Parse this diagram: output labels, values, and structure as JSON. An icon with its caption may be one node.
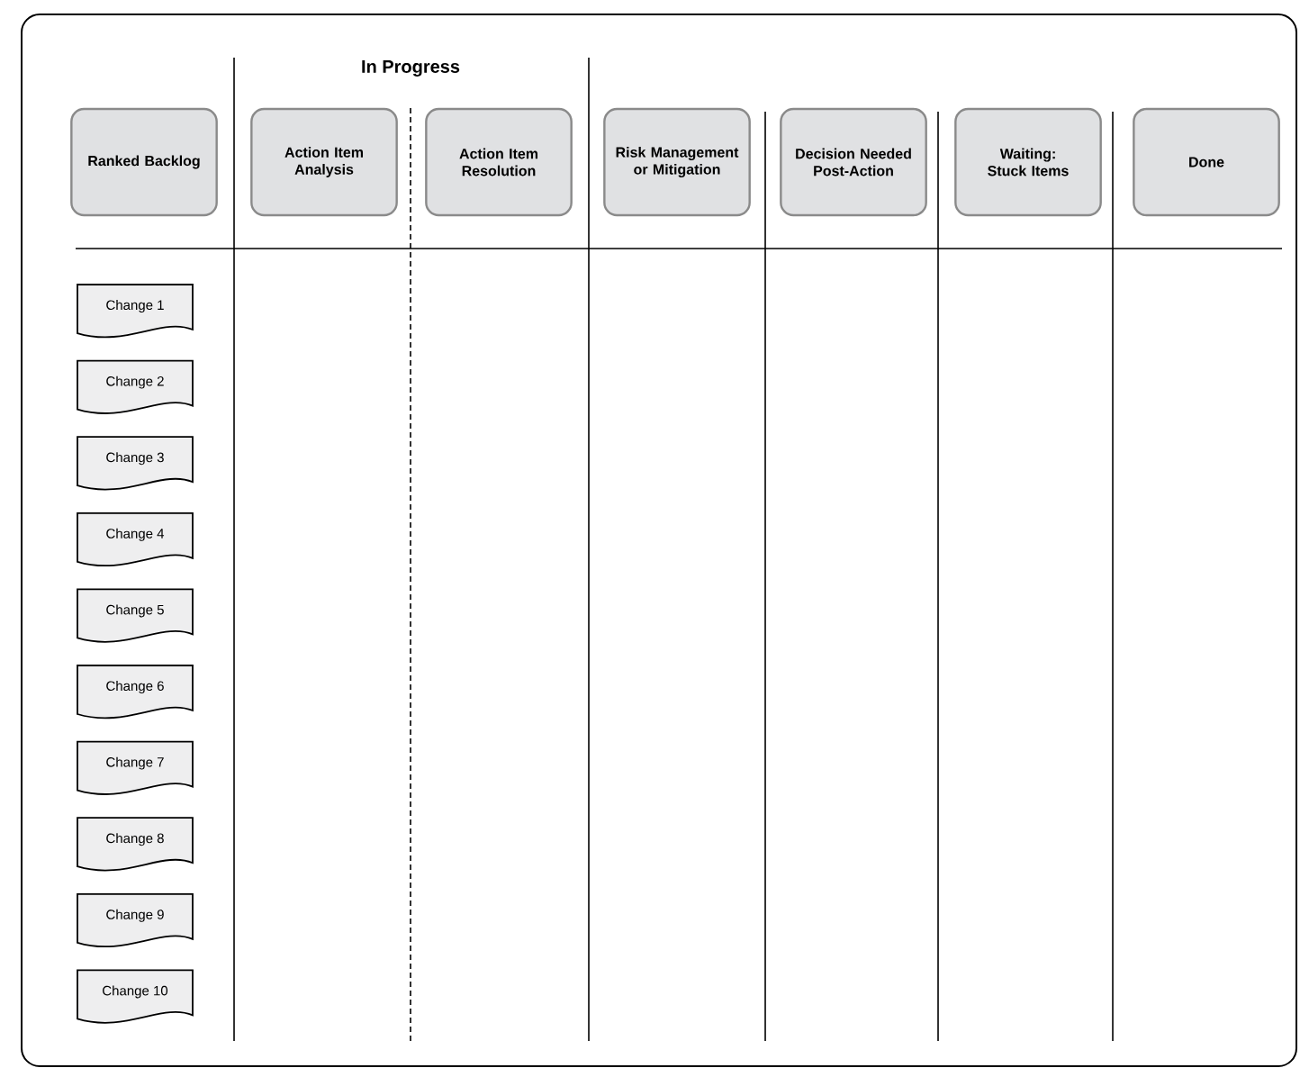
{
  "diagram": {
    "nodes": [
      {
        "text": [
          "Ranked Backlog"
        ]
      },
      {
        "text": [
          "Action Item Analysis"
        ]
      },
      {
        "text": [
          "Action Item Resolution"
        ]
      },
      {
        "text": [
          "Risk Management or Mitigation"
        ]
      },
      {
        "text": [
          "Decision Needed Post-Action"
        ]
      },
      {
        "text": [
          "Waiting: Stuck Items"
        ]
      },
      {
        "text": [
          "Done"
        ]
      },
      {
        "text": [
          "Change 1"
        ]
      },
      {
        "text": [
          "Change 2"
        ]
      },
      {
        "text": [
          "Change 3"
        ]
      },
      {
        "text": [
          "Change 4"
        ]
      },
      {
        "text": [
          "Change 5"
        ]
      },
      {
        "text": [
          "Change 6"
        ]
      },
      {
        "text": [
          "Change 7"
        ]
      },
      {
        "text": [
          "Change 8"
        ]
      },
      {
        "text": [
          "Change 9"
        ]
      },
      {
        "text": [
          "Change 10"
        ]
      }
    ],
    "labels": [
      "In Progress"
    ]
  }
}
